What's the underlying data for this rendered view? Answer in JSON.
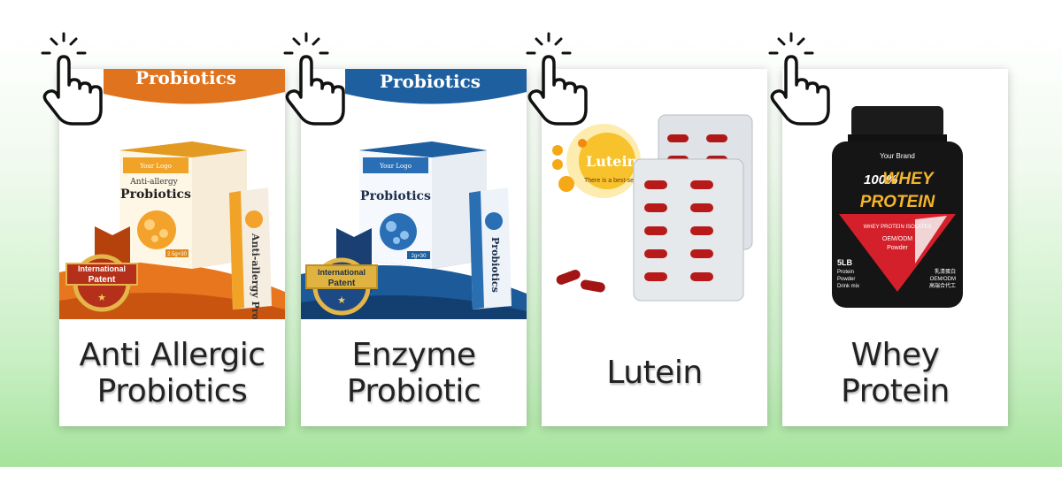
{
  "products": [
    {
      "name_line1": "Anti Allergic",
      "name_line2": "Probiotics",
      "banner": "Probiotics",
      "box_logo": "Your Logo",
      "box_title_small": "Anti-allergy",
      "box_title": "Probiotics",
      "box_dose": "2.5g×30",
      "sachet_text": "Anti-allergy Probiotics",
      "badge_line1": "International",
      "badge_line2": "Patent",
      "accent_color": "#e0731e",
      "icon": "pointer-hand-icon"
    },
    {
      "name_line1": "Enzyme",
      "name_line2": "Probiotic",
      "banner": "Probiotics",
      "box_logo": "Your Logo",
      "box_title": "Probiotics",
      "box_dose": "2g×30",
      "sachet_text": "Probiotics",
      "badge_line1": "International",
      "badge_line2": "Patent",
      "accent_color": "#1e5fa0",
      "icon": "pointer-hand-icon"
    },
    {
      "name_line1": "Lutein",
      "name_line2": "",
      "flower_text": "Lutein",
      "flower_subtext": "There is a best-se",
      "accent_color": "#b01818",
      "icon": "pointer-hand-icon"
    },
    {
      "name_line1": "Whey",
      "name_line2": "Protein",
      "jar_brand": "Your Brand",
      "jar_pct": "100%",
      "jar_title1": "WHEY",
      "jar_title2": "PROTEIN",
      "jar_sub": "WHEY PROTEIN ISOLATES",
      "jar_oem": "OEM/ODM",
      "jar_powder": "Powder",
      "jar_weight": "5LB",
      "jar_desc1": "Protein",
      "jar_desc2": "Powder",
      "jar_desc3": "Drink mix",
      "jar_cn1": "乳清蛋白",
      "jar_cn2": "OEM/ODM",
      "jar_cn3": "高端合代工",
      "accent_color": "#d4202a",
      "icon": "pointer-hand-icon"
    }
  ]
}
